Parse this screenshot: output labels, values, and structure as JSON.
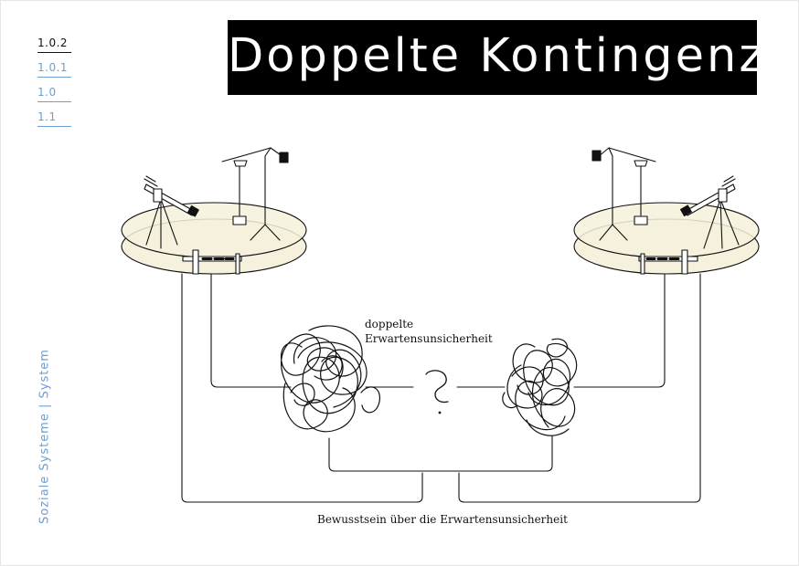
{
  "nav": {
    "items": [
      {
        "label": "1.0.2",
        "active": true
      },
      {
        "label": "1.0.1",
        "active": false
      },
      {
        "label": "1.0",
        "active": false
      },
      {
        "label": "1.1",
        "active": false
      }
    ]
  },
  "title": "Doppelte Kontingenz",
  "sidebar_label": "Soziale Systeme | System",
  "diagram": {
    "label_top_line1": "doppelte",
    "label_top_line2": "Erwartensunsicherheit",
    "question_mark": "?",
    "label_bottom": "Bewusstsein über die Erwartensunsicherheit"
  },
  "colors": {
    "accent": "#6a9fd4",
    "title_bg": "#000000",
    "platform_fill": "#f6f1dc"
  }
}
